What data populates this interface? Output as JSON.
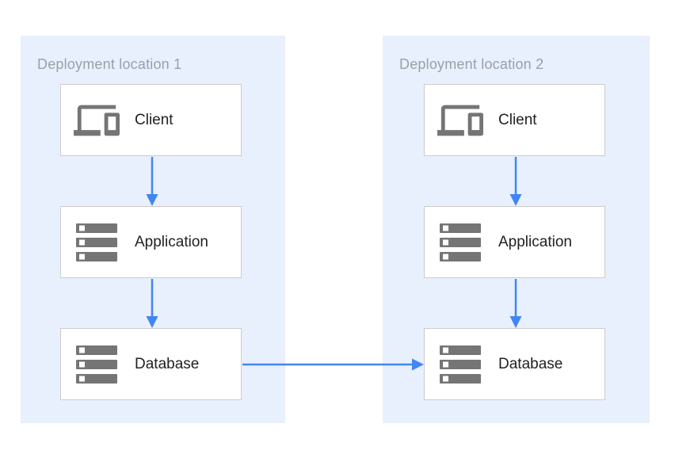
{
  "colors": {
    "accent_blue": "#4285f4",
    "zone_bg": "#e8f0fe",
    "icon_gray": "#757575",
    "box_border": "#cccccc",
    "zone_label_gray": "#9aa0a6",
    "node_text": "#212121",
    "page_bg": "#ffffff"
  },
  "diagram": {
    "zones": [
      {
        "label": "Deployment location 1",
        "nodes": [
          {
            "label": "Client",
            "icon": "devices-icon"
          },
          {
            "label": "Application",
            "icon": "storage-icon"
          },
          {
            "label": "Database",
            "icon": "storage-icon"
          }
        ]
      },
      {
        "label": "Deployment location 2",
        "nodes": [
          {
            "label": "Client",
            "icon": "devices-icon"
          },
          {
            "label": "Application",
            "icon": "storage-icon"
          },
          {
            "label": "Database",
            "icon": "storage-icon"
          }
        ]
      }
    ],
    "connections": [
      {
        "from": "Client (location 1)",
        "to": "Application (location 1)",
        "direction": "down"
      },
      {
        "from": "Application (location 1)",
        "to": "Database (location 1)",
        "direction": "down"
      },
      {
        "from": "Client (location 2)",
        "to": "Application (location 2)",
        "direction": "down"
      },
      {
        "from": "Application (location 2)",
        "to": "Database (location 2)",
        "direction": "down"
      },
      {
        "from": "Database (location 1)",
        "to": "Database (location 2)",
        "direction": "right"
      }
    ]
  }
}
